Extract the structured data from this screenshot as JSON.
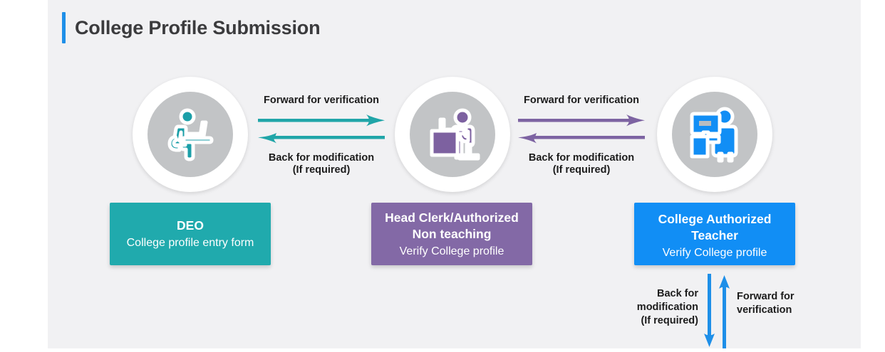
{
  "page": {
    "title": "College Profile Submission",
    "accent_color": "#1e8fe8",
    "panel_background": "#f1f1f3"
  },
  "nodes": [
    {
      "id": "deo",
      "icon": "person-with-laptop-icon",
      "icon_color": "#1b9fa8",
      "circle_color": "#c2c4c6",
      "box_color": "#20aaad",
      "title": "DEO",
      "subtitle": "College profile entry form"
    },
    {
      "id": "head-clerk",
      "icon": "person-at-desk-icon",
      "icon_color": "#7d61a0",
      "circle_color": "#c2c4c6",
      "box_color": "#8369a6",
      "title": "Head Clerk/Authorized Non teaching",
      "title_line1": "Head Clerk/Authorized",
      "title_line2": "Non teaching",
      "subtitle": "Verify College profile"
    },
    {
      "id": "college-teacher",
      "icon": "person-with-monitor-icon",
      "icon_color": "#118ef5",
      "circle_color": "#c2c4c6",
      "box_color": "#118ef5",
      "title": "College Authorized Teacher",
      "title_line1": "College Authorized",
      "title_line2": "Teacher",
      "subtitle": "Verify College profile"
    }
  ],
  "connectors": [
    {
      "id": "deo-to-head-clerk",
      "color": "#20a5a8",
      "forward_label": "Forward for verification",
      "back_label_line1": "Back for modification",
      "back_label_line2": "(If required)"
    },
    {
      "id": "head-clerk-to-teacher",
      "color": "#7d63a2",
      "forward_label": "Forward for verification",
      "back_label_line1": "Back for modification",
      "back_label_line2": "(If required)"
    }
  ],
  "vertical_connector": {
    "id": "teacher-loop",
    "color": "#1e8fe8",
    "back_label_line1": "Back for",
    "back_label_line2": "modification",
    "back_label_line3": "(If required)",
    "forward_label_line1": "Forward for",
    "forward_label_line2": "verification"
  }
}
